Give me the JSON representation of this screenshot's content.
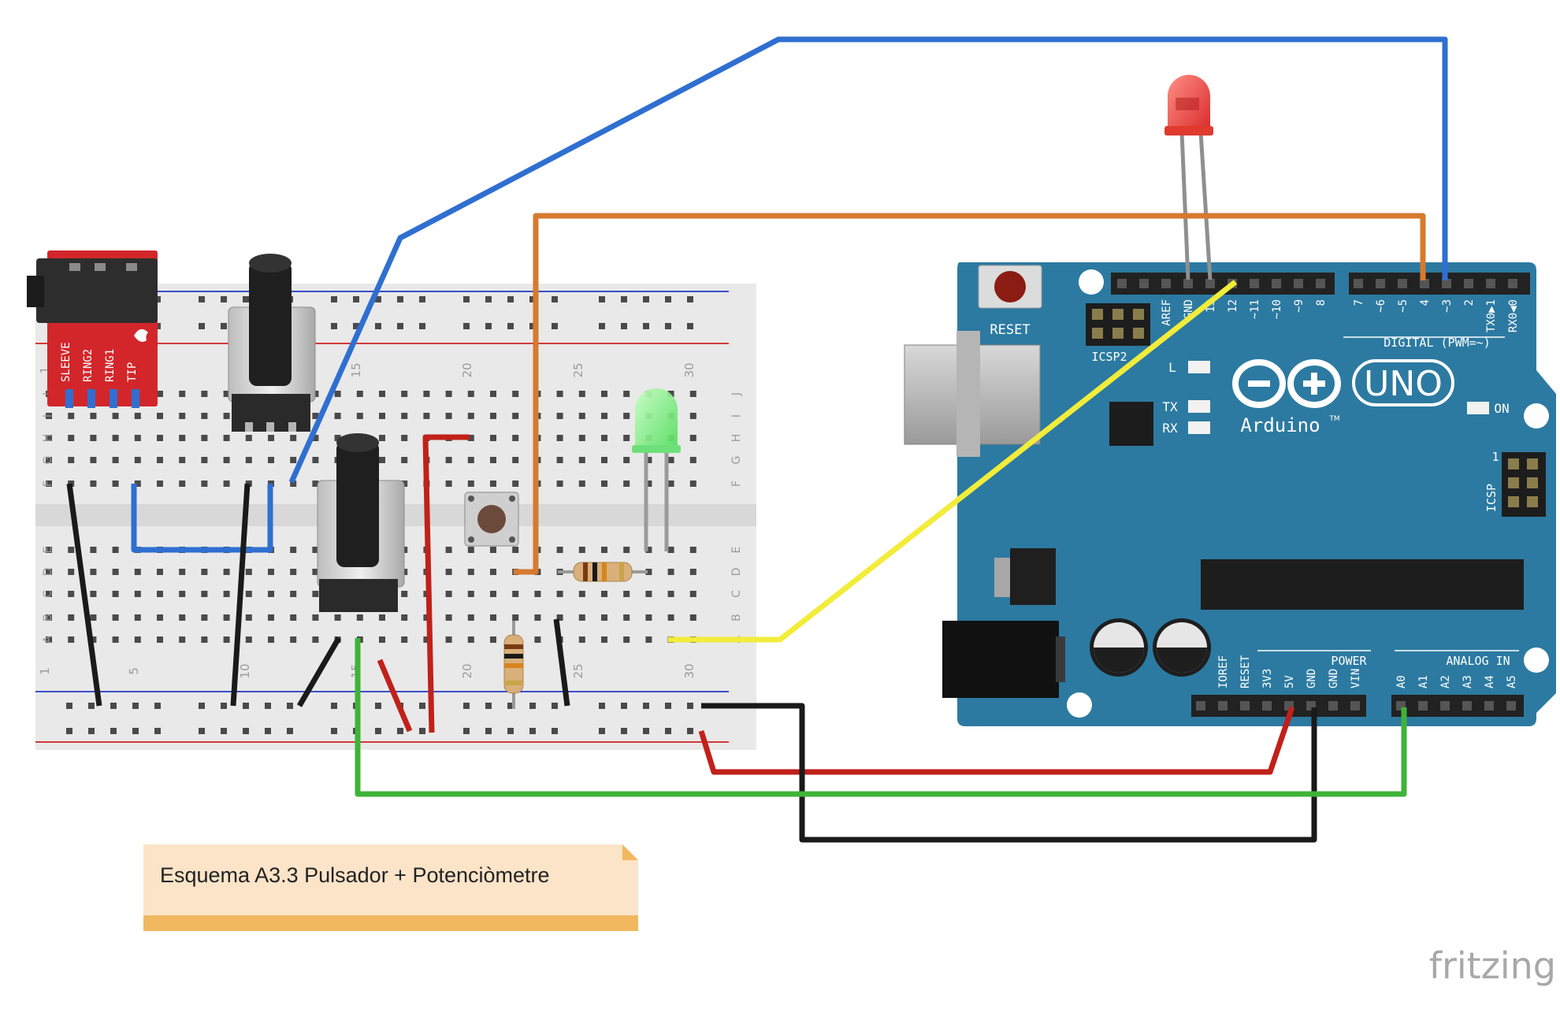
{
  "note": {
    "title": "Esquema A3.3 Pulsador + Potenciòmetre"
  },
  "brand": {
    "logo_text": "fritzing"
  },
  "breadboard": {
    "column_labels": [
      "1",
      "5",
      "10",
      "15",
      "20",
      "25",
      "30"
    ],
    "row_labels_top": [
      "J",
      "I",
      "H",
      "G",
      "F"
    ],
    "row_labels_bottom": [
      "E",
      "D",
      "C",
      "B",
      "A"
    ]
  },
  "audio_jack": {
    "pins": [
      "SLEEVE",
      "RING2",
      "RING1",
      "TIP"
    ]
  },
  "arduino": {
    "reset_label": "RESET",
    "icsp2_label": "ICSP2",
    "icsp_label": "ICSP",
    "icsp_pin1": "1",
    "led_l": "L",
    "led_tx": "TX",
    "led_rx": "RX",
    "on_label": "ON",
    "uno_label": "UNO",
    "brand": "Arduino",
    "trademark": "TM",
    "digital_label": "DIGITAL (PWM=~)",
    "power_label": "POWER",
    "analog_label": "ANALOG IN",
    "digital_pins": [
      "AREF",
      "GND",
      "13",
      "12",
      "~11",
      "~10",
      "~9",
      "8",
      "7",
      "~6",
      "~5",
      "4",
      "~3",
      "2",
      "TX0▶1",
      "RX0◀0"
    ],
    "power_pins": [
      "IOREF",
      "RESET",
      "3V3",
      "5V",
      "GND",
      "GND",
      "VIN"
    ],
    "analog_pins": [
      "A0",
      "A1",
      "A2",
      "A3",
      "A4",
      "A5"
    ]
  },
  "colors": {
    "wire_blue": "#2f6fd1",
    "wire_orange": "#d67a2e",
    "wire_yellow": "#f2ec3a",
    "wire_red": "#c0211a",
    "wire_black": "#1a1a1a",
    "wire_green": "#3fb339",
    "arduino_board": "#2c7aa1",
    "breadboard": "#e9e9e9",
    "jack_board": "#d2262b",
    "note_bg": "#fbe4c8",
    "note_bar": "#f2b860"
  }
}
